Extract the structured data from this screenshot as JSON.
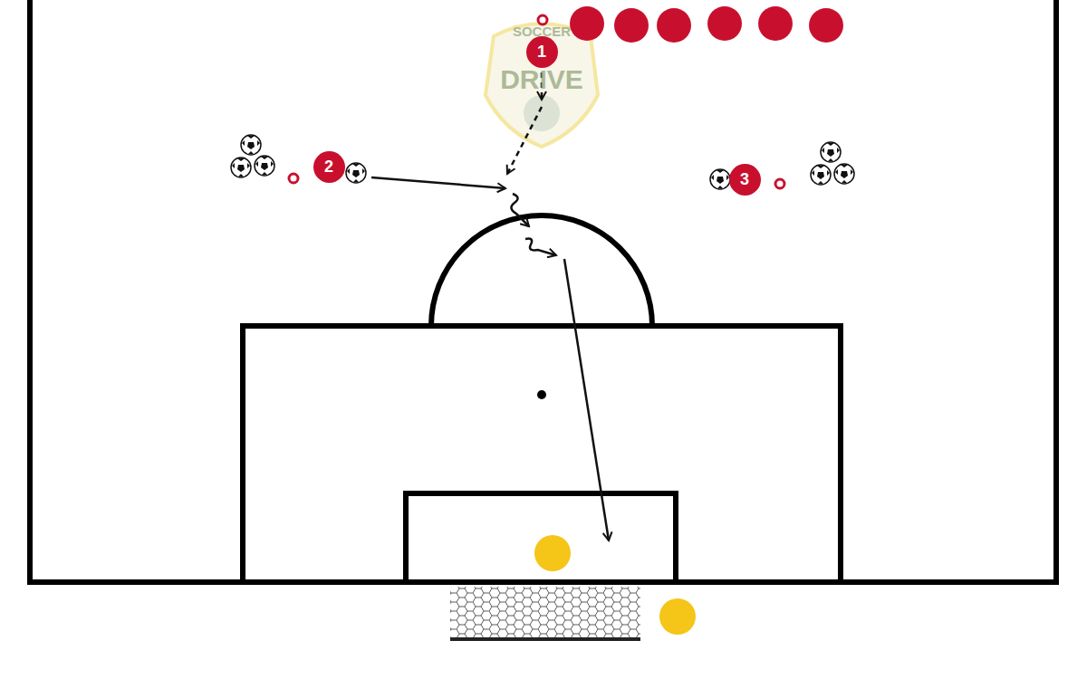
{
  "diagram": {
    "nodes": [
      {
        "text": [
          "1"
        ]
      },
      {
        "text": [
          "2"
        ]
      },
      {
        "text": [
          "3"
        ]
      }
    ],
    "labels": [
      "SOCCER",
      "DRIVE"
    ]
  }
}
